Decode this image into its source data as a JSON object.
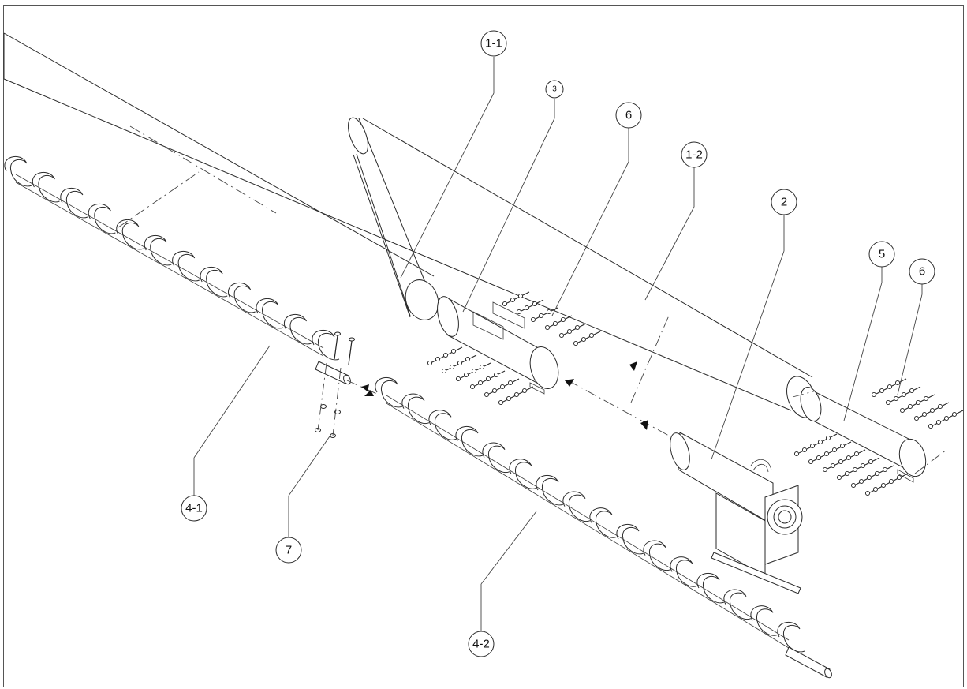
{
  "drawing": {
    "callouts": [
      {
        "id": "1-1",
        "label": "1-1"
      },
      {
        "id": "1-2",
        "label": "1-2"
      },
      {
        "id": "2",
        "label": "2"
      },
      {
        "id": "3",
        "label": "3"
      },
      {
        "id": "4-1",
        "label": "4-1"
      },
      {
        "id": "4-2",
        "label": "4-2"
      },
      {
        "id": "5",
        "label": "5"
      },
      {
        "id": "6a",
        "label": "6"
      },
      {
        "id": "6b",
        "label": "6"
      },
      {
        "id": "7",
        "label": "7"
      }
    ]
  }
}
